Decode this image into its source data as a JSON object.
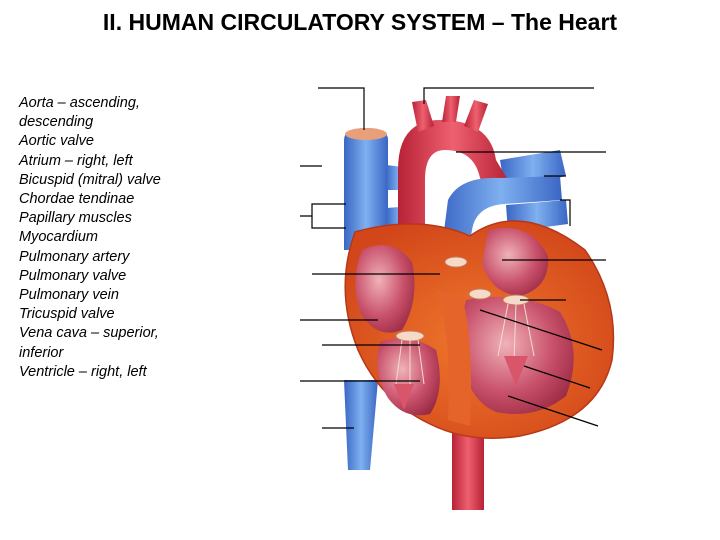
{
  "title": "II.  HUMAN CIRCULATORY SYSTEM – The Heart",
  "terms": [
    "Aorta – ascending, descending",
    "Aortic valve",
    "Atrium – right, left",
    "Bicuspid (mitral) valve",
    "Chordae tendinae",
    "Papillary muscles",
    "Myocardium",
    "Pulmonary artery",
    "Pulmonary valve",
    "Pulmonary vein",
    "Tricuspid valve",
    "Vena cava – superior, inferior",
    "Ventricle – right, left"
  ],
  "colors": {
    "myocardium_outer": "#e2551e",
    "chamber_inner": "#c23a5a",
    "vein_blue": "#4f86d8",
    "artery_red": "#d63a4a",
    "tendon": "#f1d6c4",
    "label_line": "#000000"
  }
}
